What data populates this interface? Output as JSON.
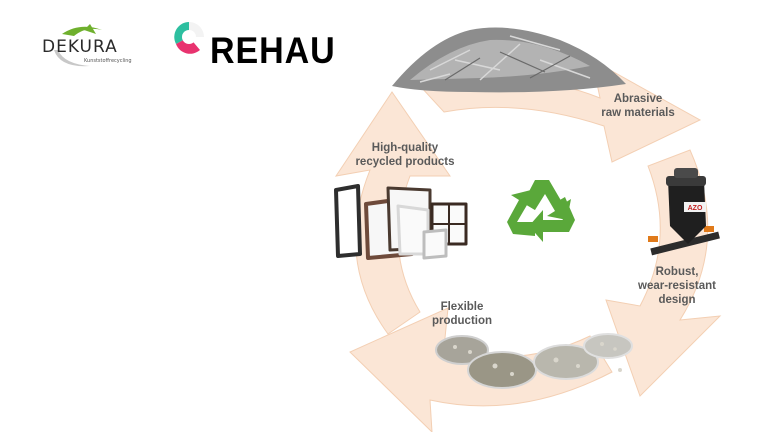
{
  "logos": {
    "dekura": {
      "name": "DEKURA",
      "tagline": "Kunststoffrecycling"
    },
    "rehau": {
      "name": "REHAU"
    }
  },
  "cycle": {
    "stages": [
      {
        "id": "abrasive",
        "lines": [
          "Abrasive",
          "raw materials"
        ],
        "icon": "scrap-pile-icon"
      },
      {
        "id": "robust",
        "lines": [
          "Robust,",
          "wear-resistant",
          "design"
        ],
        "icon": "feeder-machine-icon"
      },
      {
        "id": "flexible",
        "lines": [
          "Flexible",
          "production"
        ],
        "icon": "plastic-granules-icon"
      },
      {
        "id": "high-quality",
        "lines": [
          "High-quality",
          "recycled products"
        ],
        "icon": "window-frames-icon"
      }
    ],
    "center_icon": "recycle-icon",
    "machine_badge": "AZO"
  },
  "colors": {
    "arrow_fill": "#fbe6d6",
    "arrow_stroke": "#f3cfb3",
    "label_text": "#5a5a5a",
    "recycle_green": "#5aa83a",
    "dekura_green": "#6fb02e"
  }
}
